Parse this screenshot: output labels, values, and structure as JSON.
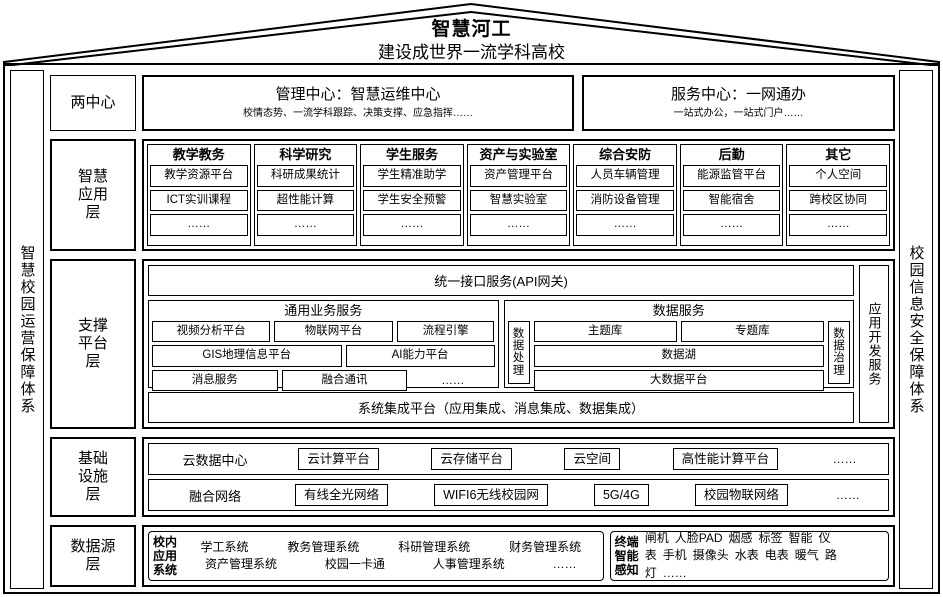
{
  "roof": {
    "title": "智慧河工",
    "subtitle": "建设成世界一流学科高校"
  },
  "sidebars": {
    "left": "智慧校园运营保障体系",
    "right": "校园信息安全保障体系"
  },
  "layers": {
    "centers": {
      "label": "两中心",
      "items": [
        {
          "title": "管理中心：智慧运维中心",
          "subtitle": "校情态势、一流学科跟踪、决策支撑、应急指挥……"
        },
        {
          "title": "服务中心：一网通办",
          "subtitle": "一站式办公，一站式门户……"
        }
      ]
    },
    "application": {
      "label": "智慧\n应用\n层",
      "label_lines": [
        "智慧",
        "应用",
        "层"
      ],
      "columns": [
        {
          "title": "教学教务",
          "items": [
            "教学资源平台",
            "ICT实训课程",
            "……"
          ]
        },
        {
          "title": "科学研究",
          "items": [
            "科研成果统计",
            "超性能计算",
            "……"
          ]
        },
        {
          "title": "学生服务",
          "items": [
            "学生精准助学",
            "学生安全预警",
            "……"
          ]
        },
        {
          "title": "资产与实验室",
          "items": [
            "资产管理平台",
            "智慧实验室",
            "……"
          ]
        },
        {
          "title": "综合安防",
          "items": [
            "人员车辆管理",
            "消防设备管理",
            "……"
          ]
        },
        {
          "title": "后勤",
          "items": [
            "能源监管平台",
            "智能宿舍",
            "……"
          ]
        },
        {
          "title": "其它",
          "items": [
            "个人空间",
            "跨校区协同",
            "……"
          ]
        }
      ]
    },
    "support": {
      "label_lines": [
        "支撑",
        "平台",
        "层"
      ],
      "api_gateway": "统一接口服务(API网关)",
      "common_services": {
        "title": "通用业务服务",
        "rows": [
          [
            "视频分析平台",
            "物联网平台",
            "流程引擎"
          ],
          [
            "GIS地理信息平台",
            "AI能力平台"
          ],
          [
            "消息服务",
            "融合通讯",
            "……"
          ]
        ]
      },
      "data_services": {
        "title": "数据服务",
        "left_rail": "数据处理",
        "right_rail": "数据治理",
        "rows": [
          [
            "主题库",
            "专题库"
          ],
          [
            "数据湖"
          ],
          [
            "大数据平台"
          ]
        ]
      },
      "integration": "系统集成平台（应用集成、消息集成、数据集成）",
      "dev_service": "应用开发服务"
    },
    "infrastructure": {
      "label_lines": [
        "基础",
        "设施",
        "层"
      ],
      "rows": [
        {
          "head": "云数据中心",
          "items": [
            "云计算平台",
            "云存储平台",
            "云空间",
            "高性能计算平台"
          ],
          "dots": "……"
        },
        {
          "head": "融合网络",
          "items": [
            "有线全光网络",
            "WIFI6无线校园网",
            "5G/4G",
            "校园物联网络"
          ],
          "dots": "……"
        }
      ]
    },
    "datasource": {
      "label_lines": [
        "数据源",
        "层"
      ],
      "campus": {
        "head_lines": [
          "校内",
          "应用",
          "系统"
        ],
        "rows": [
          [
            "学工系统",
            "教务管理系统",
            "科研管理系统",
            "财务管理系统"
          ],
          [
            "资产管理系统",
            "校园一卡通",
            "人事管理系统",
            "……"
          ]
        ]
      },
      "terminal": {
        "head_lines": [
          "终端",
          "智能",
          "感知"
        ],
        "rows": [
          [
            "闸机",
            "人脸PAD",
            "烟感",
            "标签",
            "智能",
            "仪"
          ],
          [
            "表",
            "手机",
            "摄像头",
            "水表",
            "电表",
            "暖气",
            "路"
          ],
          [
            "灯",
            "……"
          ]
        ]
      }
    }
  }
}
